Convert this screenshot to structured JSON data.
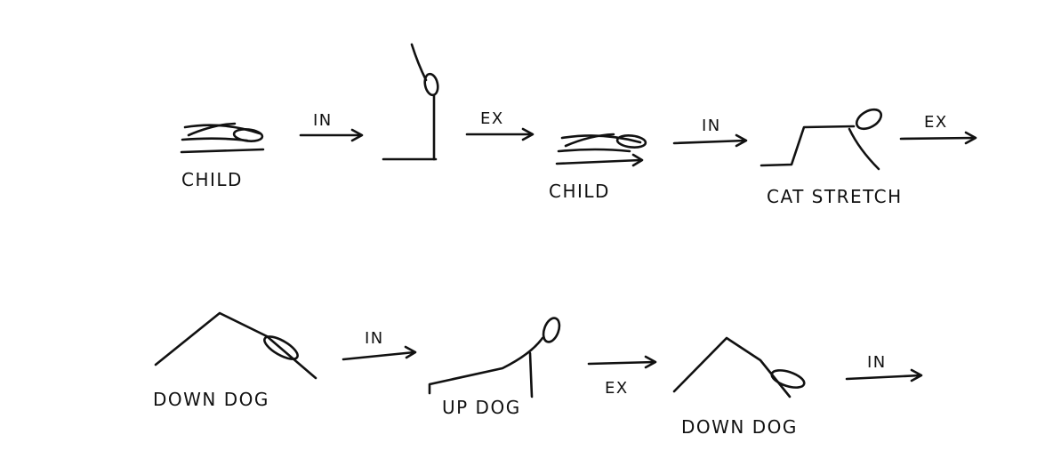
{
  "colors": {
    "ink": "#111111",
    "paper": "#ffffff"
  },
  "poses": {
    "child_1": "CHILD",
    "child_2": "CHILD",
    "cat_stretch": "CAT STRETCH",
    "down_dog_1": "DOWN DOG",
    "up_dog": "UP DOG",
    "down_dog_2": "DOWN DOG"
  },
  "transitions": {
    "child_to_standing": "IN",
    "standing_to_child": "EX",
    "child_to_cat": "IN",
    "cat_to_next": "EX",
    "down_dog_to_up_dog": "IN",
    "up_dog_to_down_dog": "EX",
    "down_dog_to_next": "IN"
  }
}
